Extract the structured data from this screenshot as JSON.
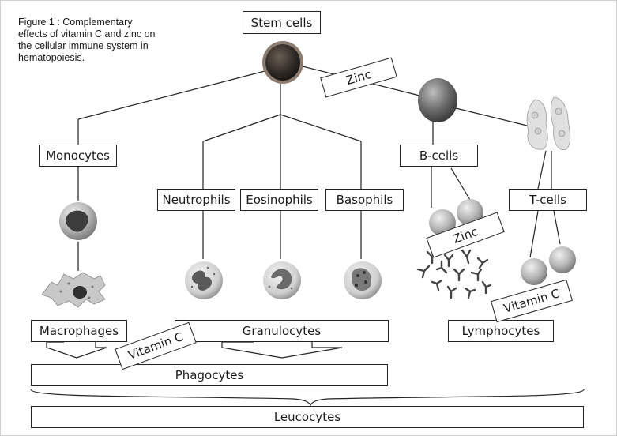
{
  "caption": "Figure 1 : Complementary effects of vitamin C and zinc on the cellular immune system in hematopoiesis.",
  "nodes": {
    "stem_cells": "Stem cells",
    "monocytes": "Monocytes",
    "neutrophils": "Neutrophils",
    "eosinophils": "Eosinophils",
    "basophils": "Basophils",
    "b_cells": "B-cells",
    "t_cells": "T-cells",
    "macrophages": "Macrophages",
    "granulocytes": "Granulocytes",
    "lymphocytes": "Lymphocytes",
    "phagocytes": "Phagocytes",
    "leucocytes": "Leucocytes"
  },
  "nutrients": {
    "zinc_top": "Zinc",
    "zinc_bcells": "Zinc",
    "vitamin_c_tcells": "Vitamin C",
    "vitamin_c_phagocytes": "Vitamin C"
  },
  "colors": {
    "line": "#222222",
    "box_border": "#222222",
    "cell_dark": "#3a3a3a",
    "cell_gray": "#9a9a9a",
    "cell_light": "#d9d9d9"
  }
}
